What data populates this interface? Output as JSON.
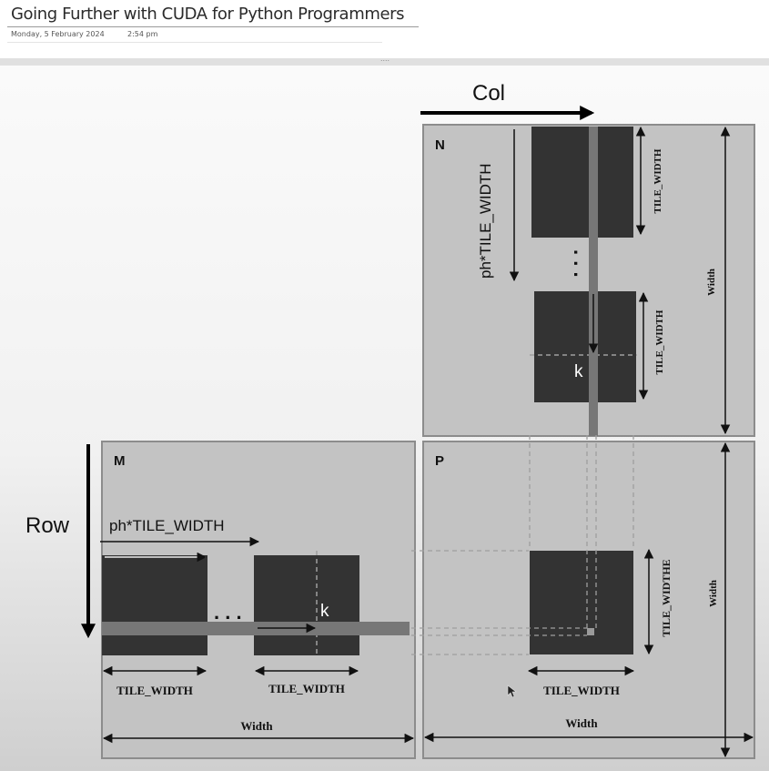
{
  "page": {
    "title": "Going Further with CUDA for Python Programmers",
    "date": "Monday, 5 February 2024",
    "time": "2:54 pm",
    "divider_handle": "...."
  },
  "diagram": {
    "arrows": {
      "col": "Col",
      "row": "Row"
    },
    "n": {
      "label": "N",
      "ph_label": "ph*TILE_WIDTH",
      "tile_top_label": "TILE_WIDTH",
      "tile_bottom_label": "TILE_WIDTH",
      "dots": ". . .",
      "k": "k",
      "width": "Width"
    },
    "m": {
      "label": "M",
      "ph_label": "ph*TILE_WIDTH",
      "dots": ". . .",
      "k": "k",
      "tile1_label": "TILE_WIDTH",
      "tile2_label": "TILE_WIDTH",
      "width": "Width"
    },
    "p": {
      "label": "P",
      "tile_side_label": "TILE_WIDTHE",
      "tile_bottom_label": "TILE_WIDTH",
      "width_right": "Width",
      "width_bottom": "Width"
    },
    "colors": {
      "matrix_fill": "#c3c3c3",
      "matrix_border": "#8c8c8c",
      "tile_fill": "#333333",
      "strip_fill": "#777777",
      "dashed": "#9e9e9e"
    }
  }
}
